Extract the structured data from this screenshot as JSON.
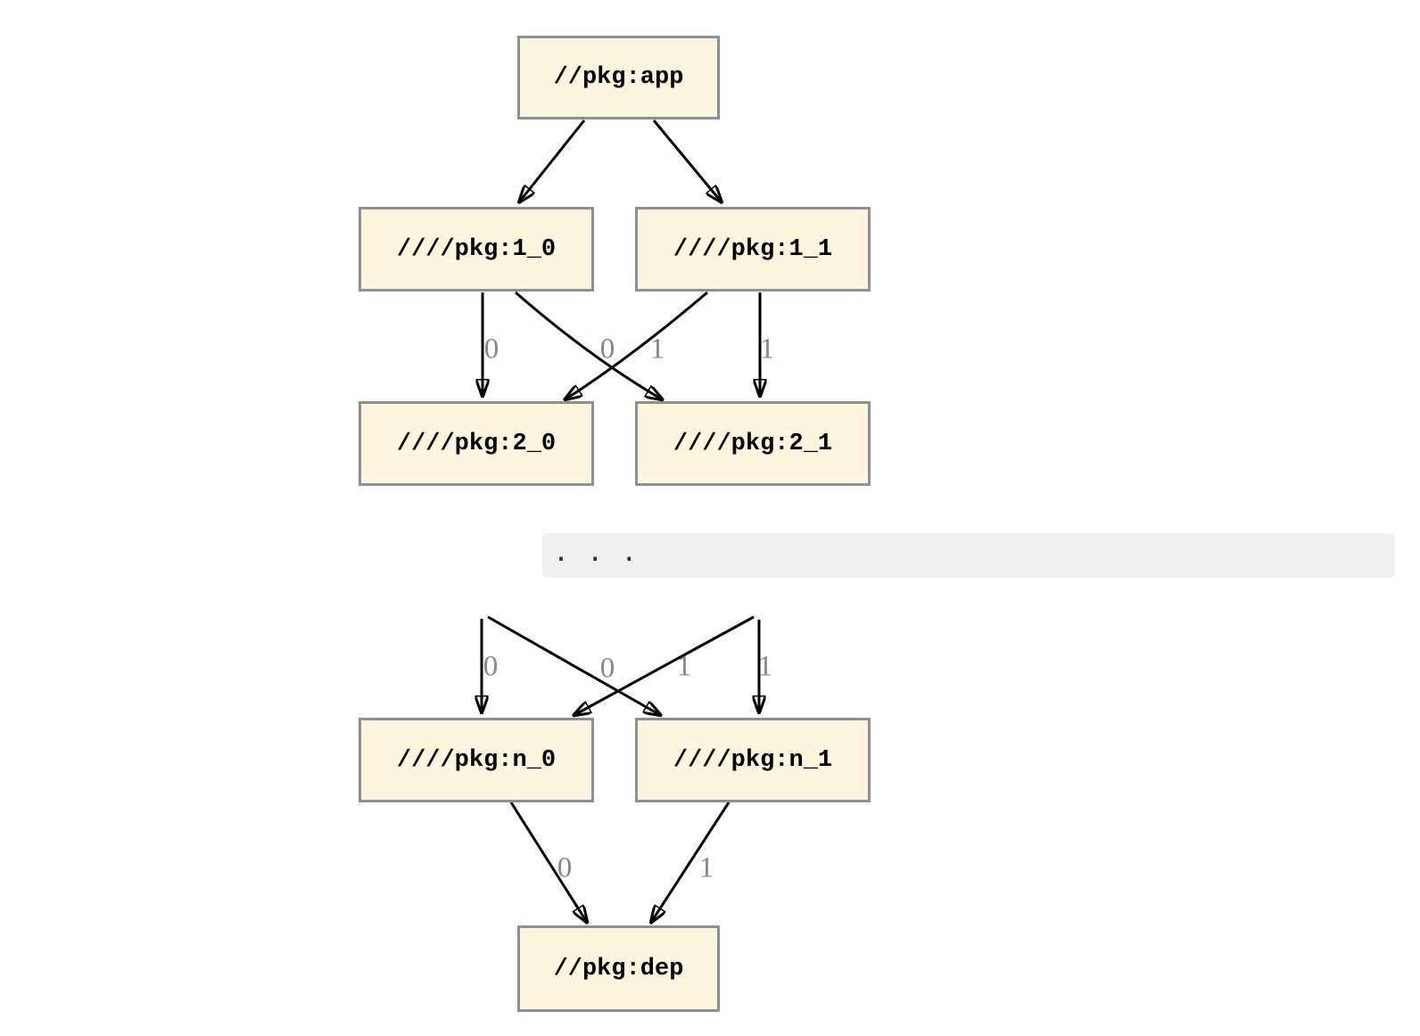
{
  "diagram": {
    "ellipsis": ". . .",
    "nodes": {
      "app": {
        "label": "//pkg:app"
      },
      "n1_0": {
        "label": "////pkg:1_0"
      },
      "n1_1": {
        "label": "////pkg:1_1"
      },
      "n2_0": {
        "label": "////pkg:2_0"
      },
      "n2_1": {
        "label": "////pkg:2_1"
      },
      "nn_0": {
        "label": "////pkg:n_0"
      },
      "nn_1": {
        "label": "////pkg:n_1"
      },
      "dep": {
        "label": "//pkg:dep"
      }
    },
    "edges": [
      {
        "from": "//pkg:app",
        "to": "////pkg:1_0",
        "label": ""
      },
      {
        "from": "//pkg:app",
        "to": "////pkg:1_1",
        "label": ""
      },
      {
        "from": "////pkg:1_0",
        "to": "////pkg:2_0",
        "label": "0"
      },
      {
        "from": "////pkg:1_0",
        "to": "////pkg:2_1",
        "label": "1"
      },
      {
        "from": "////pkg:1_1",
        "to": "////pkg:2_0",
        "label": "0"
      },
      {
        "from": "////pkg:1_1",
        "to": "////pkg:2_1",
        "label": "1"
      },
      {
        "from": "...",
        "to": "////pkg:n_0",
        "label": "0"
      },
      {
        "from": "...",
        "to": "////pkg:n_1",
        "label": "1"
      },
      {
        "from": "...",
        "to": "////pkg:n_0",
        "label": "0"
      },
      {
        "from": "...",
        "to": "////pkg:n_1",
        "label": "1"
      },
      {
        "from": "////pkg:n_0",
        "to": "//pkg:dep",
        "label": "0"
      },
      {
        "from": "////pkg:n_1",
        "to": "//pkg:dep",
        "label": "1"
      }
    ],
    "colors": {
      "node_fill": "#fdf5de",
      "node_border": "#8b9191",
      "edge": "#000000",
      "edge_label": "#878787",
      "band_bg": "#f0f0f0",
      "background": "#ffffff"
    }
  }
}
